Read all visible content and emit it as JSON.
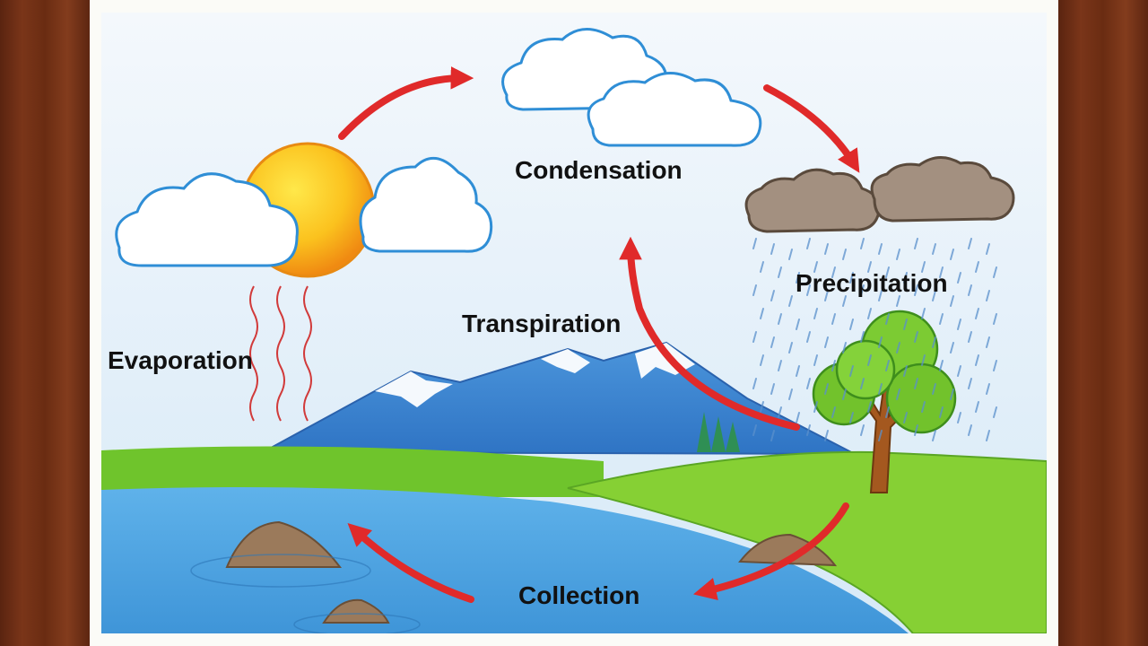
{
  "diagram": {
    "stages": {
      "evaporation": "Evaporation",
      "condensation": "Condensation",
      "precipitation": "Precipitation",
      "transpiration": "Transpiration",
      "collection": "Collection"
    },
    "colors": {
      "arrow": "#e02a2a",
      "sky": "#dfeefa",
      "water": "#4fa3e0",
      "grass": "#7fcc2e",
      "sun": "#f8b318",
      "rain_cloud": "#9a8878",
      "wood": "#6b2e14"
    }
  }
}
